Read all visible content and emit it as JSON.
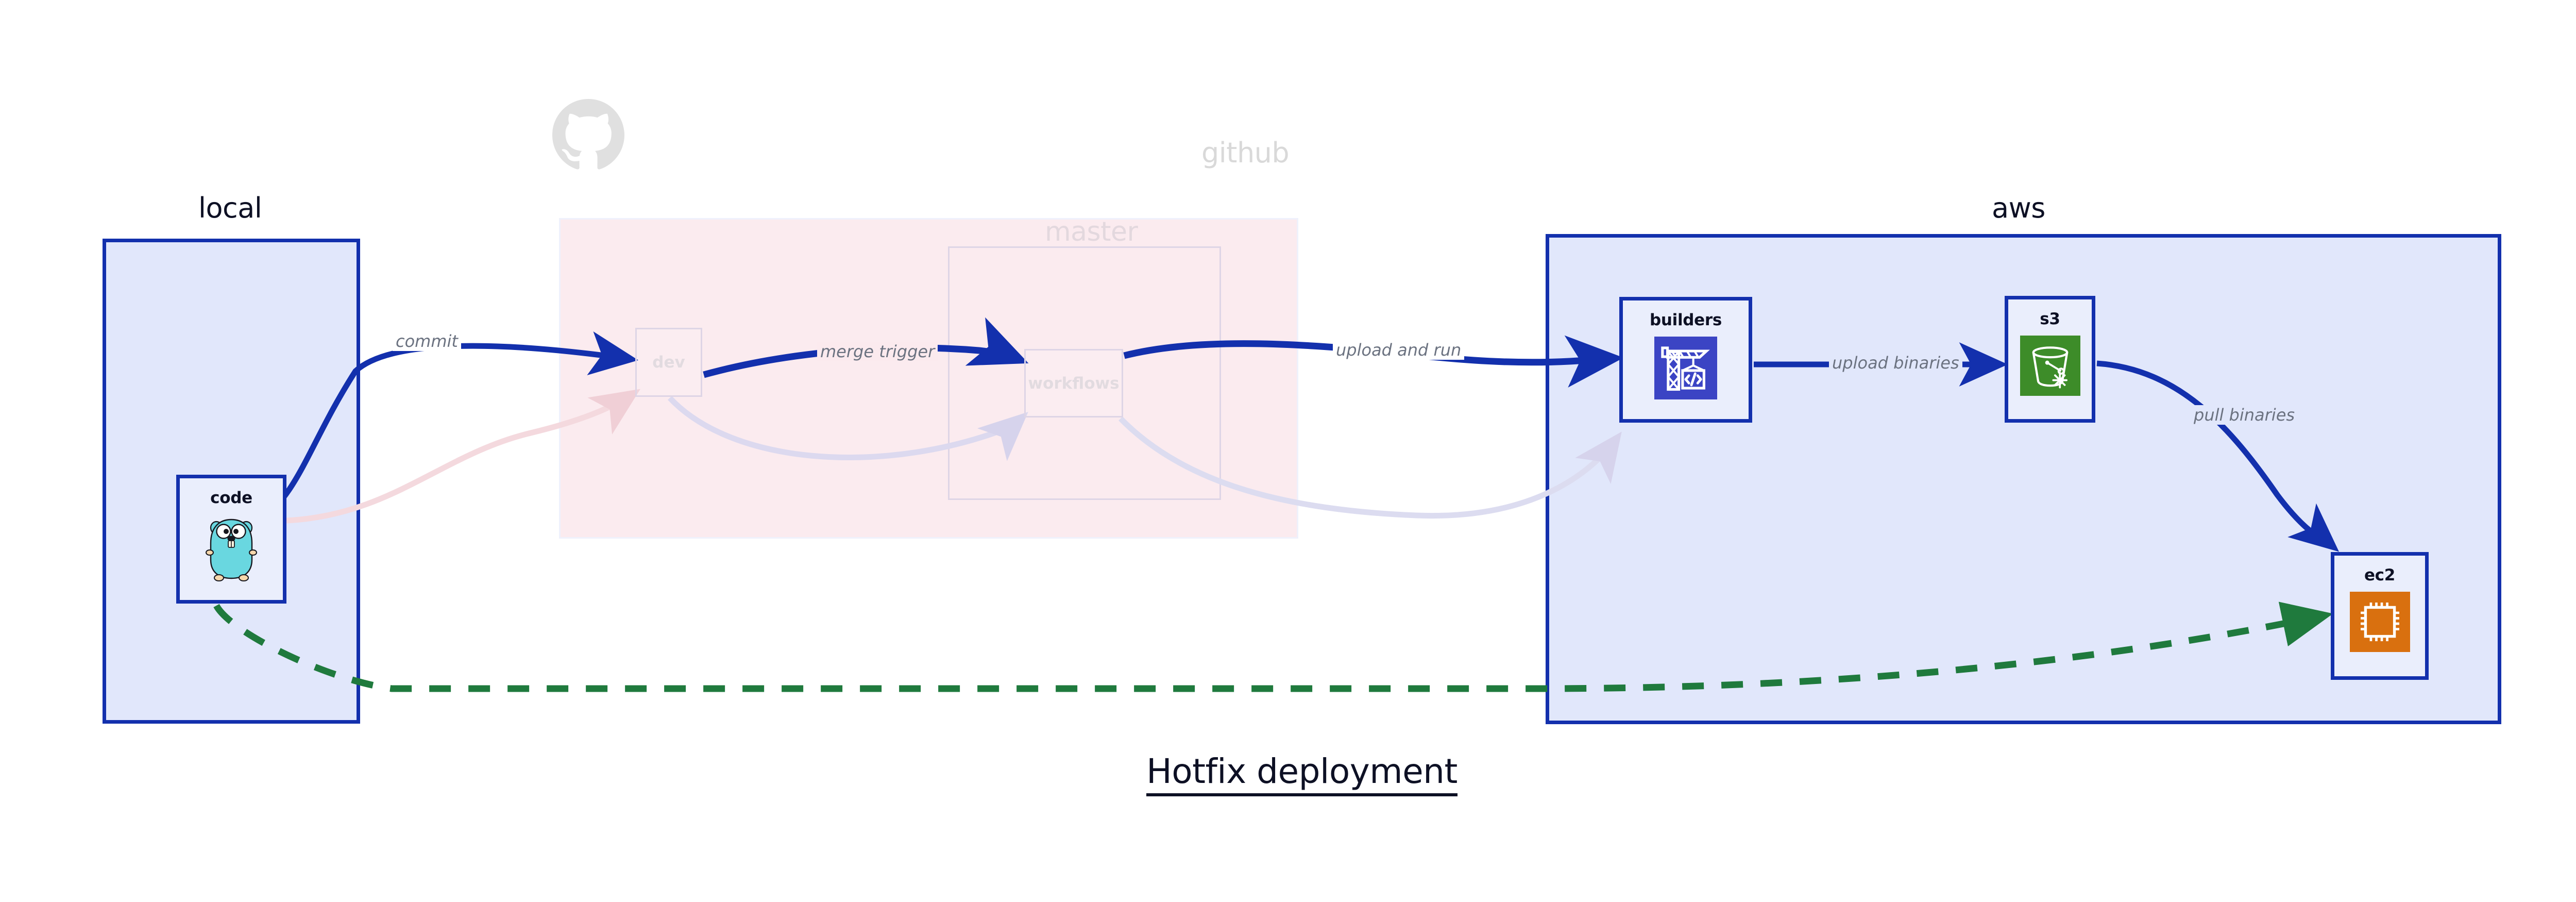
{
  "title": "Hotfix deployment",
  "colors": {
    "group_blue_border": "#1330ad",
    "group_blue_fill": "#e1e7fb",
    "github_pink_fill": "#fae0e6",
    "edge_blue": "#1330ad",
    "edge_green": "#1f7a3d",
    "edge_label_gray": "#6b7280",
    "builders_icon_bg": "#3b44c4",
    "s3_icon_bg": "#3d8c29",
    "ec2_icon_bg": "#d9700f",
    "github_logo_gray": "#e0e0e0",
    "faded_border": "#ded5e6",
    "text_dark": "#0d1024"
  },
  "groups": [
    {
      "id": "local",
      "label": "local",
      "faded": false
    },
    {
      "id": "github",
      "label": "github",
      "faded": true
    },
    {
      "id": "master",
      "label": "master",
      "faded": true
    },
    {
      "id": "aws",
      "label": "aws",
      "faded": false
    }
  ],
  "nodes": [
    {
      "id": "code",
      "label": "code",
      "icon": "go-gopher-icon",
      "group": "local",
      "faded": false
    },
    {
      "id": "dev",
      "label": "dev",
      "icon": null,
      "group": "github",
      "faded": true
    },
    {
      "id": "workflows",
      "label": "workflows",
      "icon": null,
      "group": "master",
      "faded": true
    },
    {
      "id": "builders",
      "label": "builders",
      "icon": "aws-codebuild-icon",
      "group": "aws",
      "faded": false
    },
    {
      "id": "s3",
      "label": "s3",
      "icon": "aws-s3-bucket-icon",
      "group": "aws",
      "faded": false
    },
    {
      "id": "ec2",
      "label": "ec2",
      "icon": "aws-ec2-chip-icon",
      "group": "aws",
      "faded": false
    }
  ],
  "edges": [
    {
      "id": "commit",
      "label": "commit",
      "from": "code",
      "to": "dev",
      "style": "solid",
      "color": "#1330ad",
      "faded": false
    },
    {
      "id": "merge-trigger",
      "label": "merge trigger",
      "from": "dev",
      "to": "workflows",
      "style": "solid",
      "color": "#1330ad",
      "faded": false
    },
    {
      "id": "upload-and-run",
      "label": "upload and run",
      "from": "workflows",
      "to": "builders",
      "style": "solid",
      "color": "#1330ad",
      "faded": false
    },
    {
      "id": "upload-binaries",
      "label": "upload binaries",
      "from": "builders",
      "to": "s3",
      "style": "solid",
      "color": "#1330ad",
      "faded": false
    },
    {
      "id": "pull-binaries",
      "label": "pull binaries",
      "from": "s3",
      "to": "ec2",
      "style": "solid",
      "color": "#1330ad",
      "faded": false
    },
    {
      "id": "hotfix-direct",
      "label": "",
      "from": "code",
      "to": "ec2",
      "style": "dashed",
      "color": "#1f7a3d",
      "faded": false
    },
    {
      "id": "code-to-dev-faded",
      "label": "",
      "from": "code",
      "to": "dev",
      "style": "solid",
      "color": "#f4d9de",
      "faded": true
    },
    {
      "id": "dev-to-workflows-faded",
      "label": "",
      "from": "dev",
      "to": "workflows",
      "style": "solid",
      "color": "#dcd9ef",
      "faded": true
    },
    {
      "id": "workflows-to-builders-faded",
      "label": "",
      "from": "workflows",
      "to": "builders",
      "style": "solid",
      "color": "#dcdcf0",
      "faded": true
    }
  ]
}
